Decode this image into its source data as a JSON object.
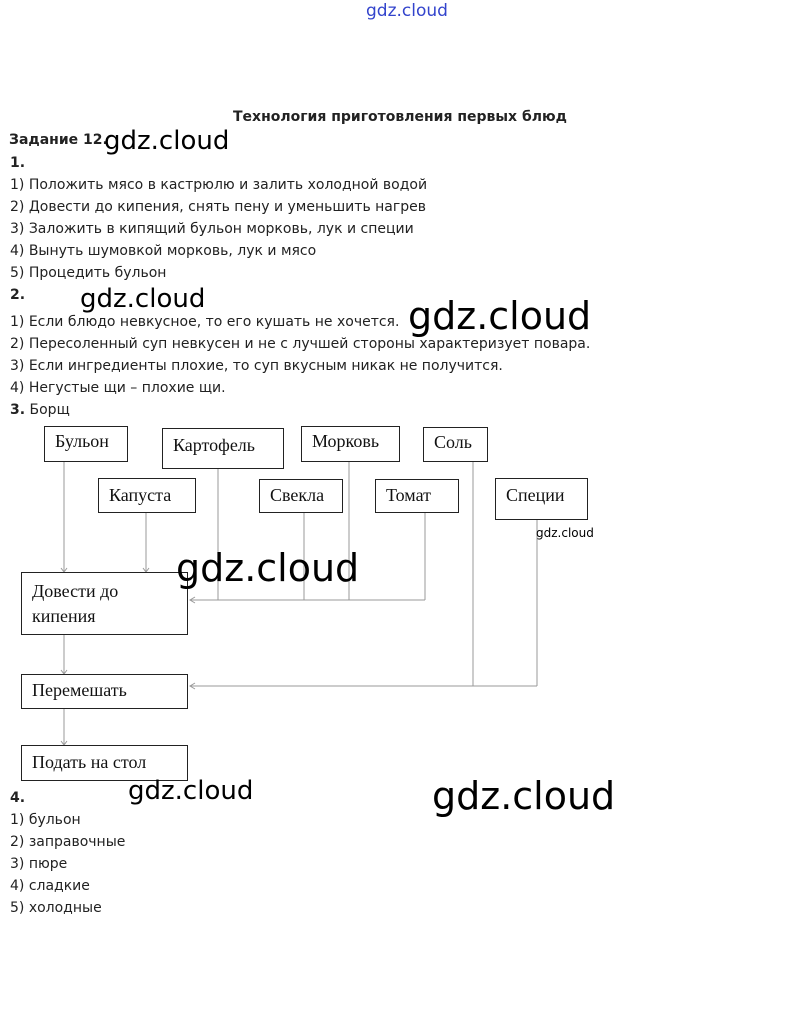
{
  "watermark": "gdz.cloud",
  "title": "Технология приготовления первых блюд",
  "task": "Задание 12.",
  "section1": {
    "label": "1.",
    "items": [
      "1) Положить мясо в кастрюлю и залить холодной водой",
      "2) Довести до кипения, снять пену и уменьшить нагрев",
      "3) Заложить в кипящий бульон морковь, лук и специи",
      "4) Вынуть шумовкой морковь, лук и мясо",
      "5) Процедить бульон"
    ]
  },
  "section2": {
    "label": "2.",
    "items": [
      "1) Если блюдо невкусное, то его кушать не хочется.",
      "2) Пересоленный суп невкусен и не с лучшей стороны характеризует повара.",
      "3) Если ингредиенты плохие, то суп вкусным никак не получится.",
      "4) Негустые щи – плохие щи."
    ]
  },
  "section3": {
    "label": "3.",
    "text": "Борщ"
  },
  "diagram": {
    "ingredients": [
      "Бульон",
      "Картофель",
      "Морковь",
      "Соль",
      "Капуста",
      "Свекла",
      "Томат",
      "Специи"
    ],
    "steps": [
      "Довести до кипения",
      "Перемешать",
      "Подать на стол"
    ]
  },
  "section4": {
    "label": "4.",
    "items": [
      "1) бульон",
      "2) заправочные",
      "3) пюре",
      "4) сладкие",
      "5) холодные"
    ]
  }
}
